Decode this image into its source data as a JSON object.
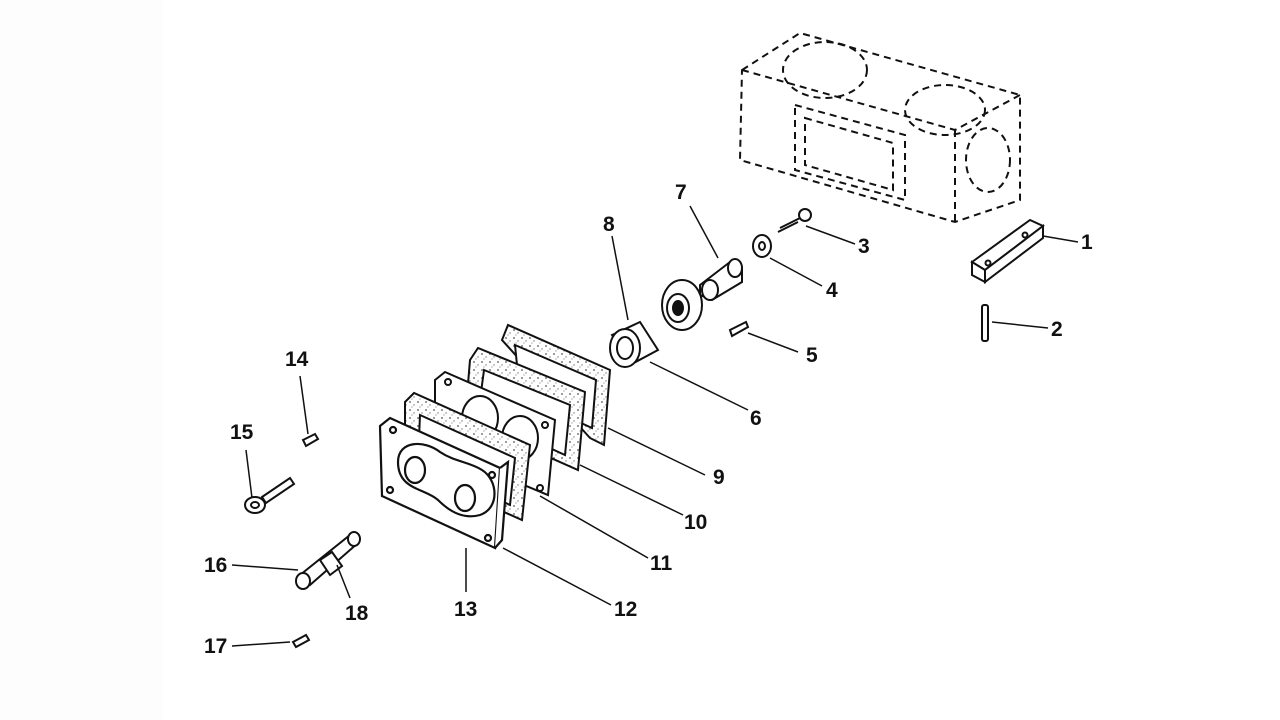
{
  "diagram": {
    "callouts": [
      {
        "id": "1",
        "label": "1"
      },
      {
        "id": "2",
        "label": "2"
      },
      {
        "id": "3",
        "label": "3"
      },
      {
        "id": "4",
        "label": "4"
      },
      {
        "id": "5",
        "label": "5"
      },
      {
        "id": "6",
        "label": "6"
      },
      {
        "id": "7",
        "label": "7"
      },
      {
        "id": "8",
        "label": "8"
      },
      {
        "id": "9",
        "label": "9"
      },
      {
        "id": "10",
        "label": "10"
      },
      {
        "id": "11",
        "label": "11"
      },
      {
        "id": "12",
        "label": "12"
      },
      {
        "id": "13",
        "label": "13"
      },
      {
        "id": "14",
        "label": "14"
      },
      {
        "id": "15",
        "label": "15"
      },
      {
        "id": "16",
        "label": "16"
      },
      {
        "id": "17",
        "label": "17"
      },
      {
        "id": "18",
        "label": "18"
      }
    ],
    "colors": {
      "ink": "#111111",
      "background": "#ffffff",
      "gasket_fill": "#e9e9e9"
    }
  }
}
